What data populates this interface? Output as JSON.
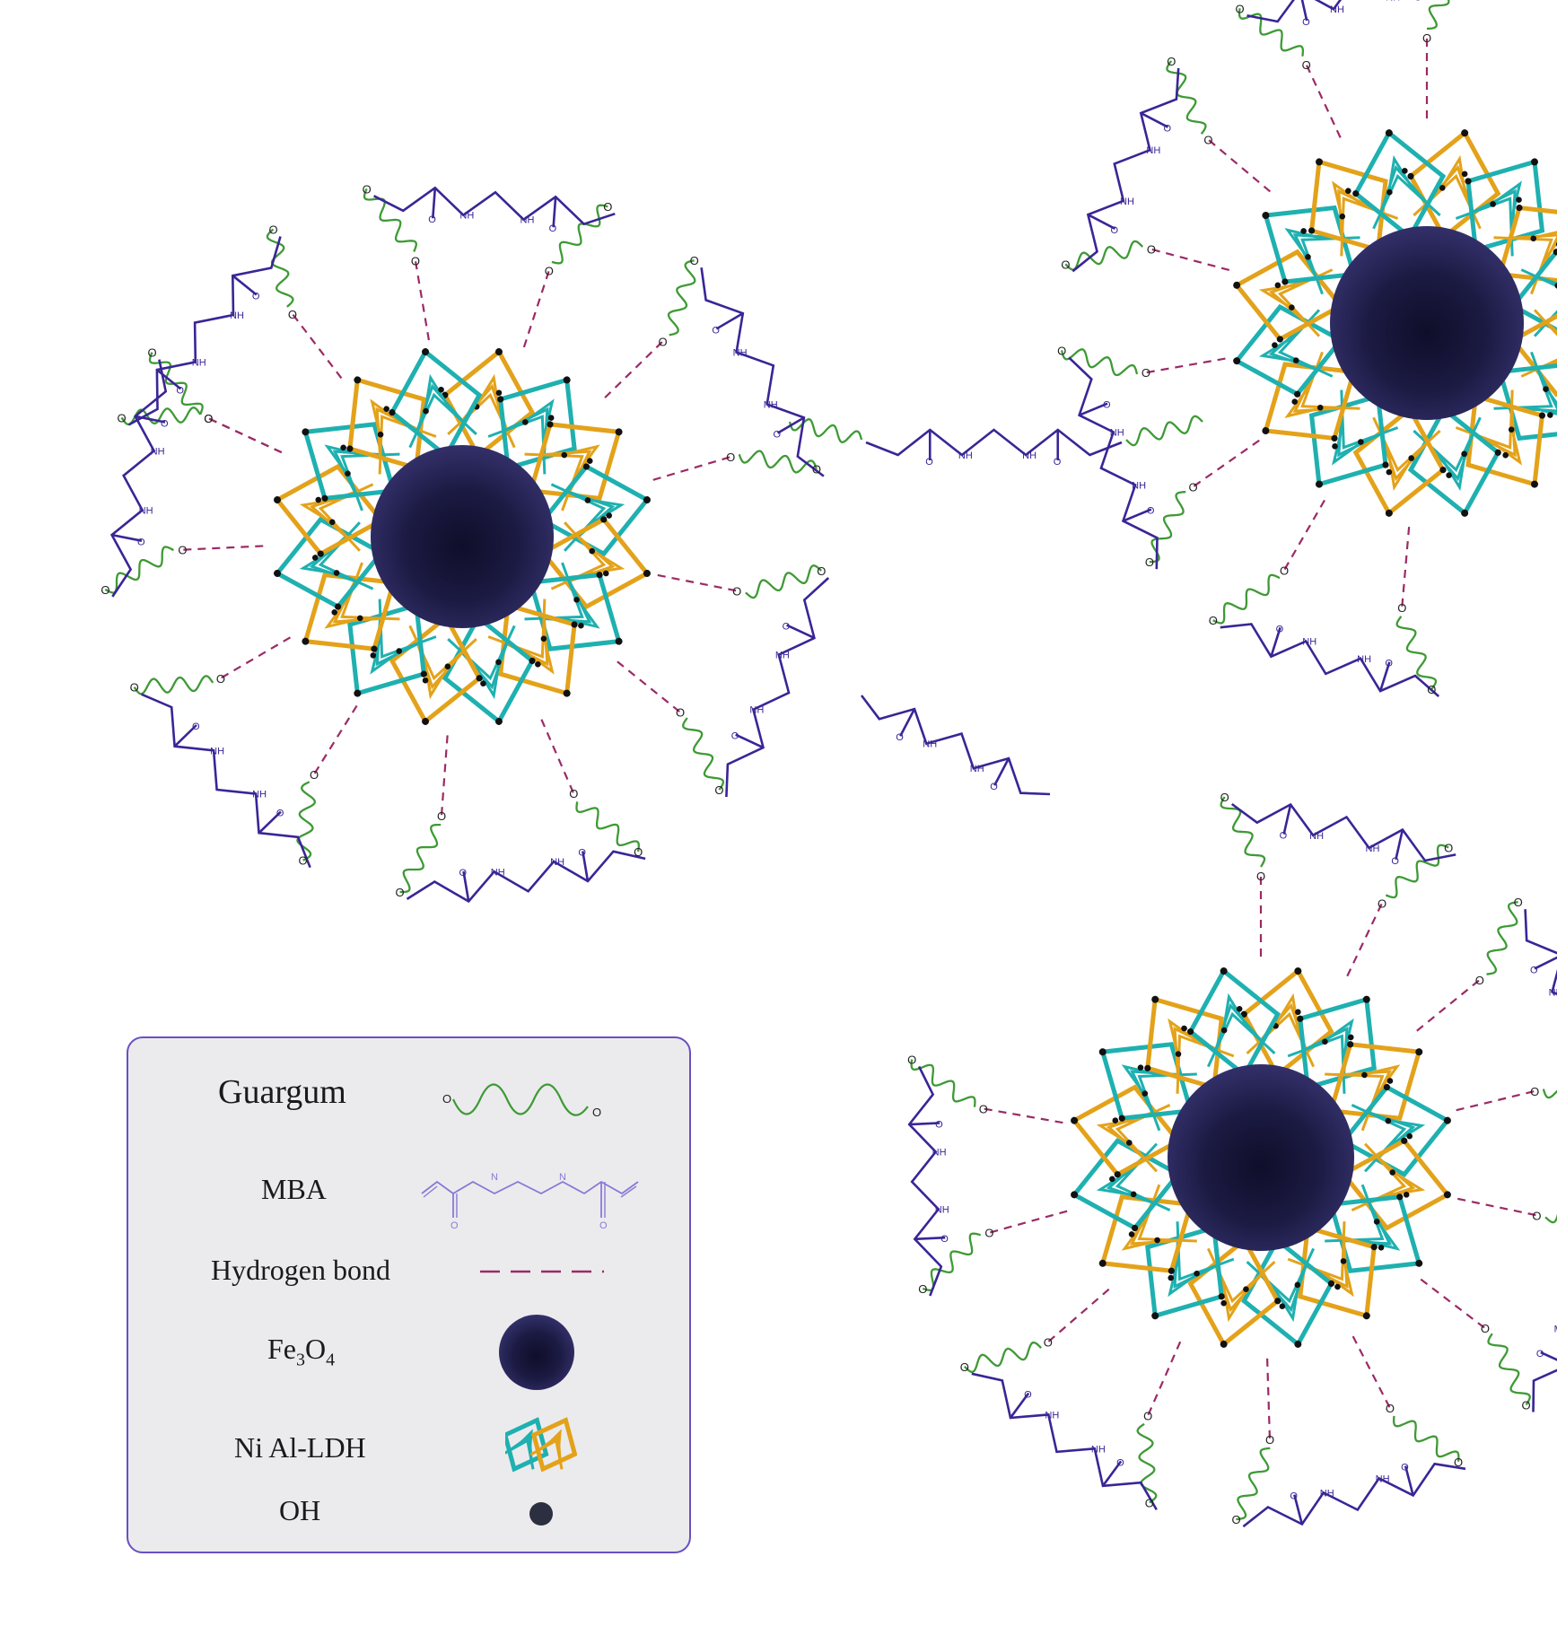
{
  "colors": {
    "guargum": "#3e9a35",
    "mba": "#3a2596",
    "mba_light": "#8a78d6",
    "hbond": "#9b2a66",
    "fe3o4_core": "#1b1a42",
    "fe3o4_edge": "#2f2b63",
    "ldh_teal": "#1fb0b0",
    "ldh_gold": "#e3a21a",
    "oh": "#111111",
    "legend_border": "#6a4fc2",
    "legend_fill": "#ebebed"
  },
  "chem_labels": {
    "oxygen": "O",
    "nitrogen": "N",
    "hydrogen_amine": "H"
  },
  "legend": {
    "guargum": {
      "label": "Guargum",
      "symbol_start": "O",
      "symbol_end": "O"
    },
    "mba": {
      "label": "MBA"
    },
    "hydrogen_bond": {
      "label": "Hydrogen bond"
    },
    "fe3o4": {
      "label_main": "Fe",
      "sub1": "3",
      "mid": "O",
      "sub2": "4"
    },
    "ldh": {
      "label": "Ni Al-LDH"
    },
    "oh": {
      "label": "OH"
    }
  }
}
